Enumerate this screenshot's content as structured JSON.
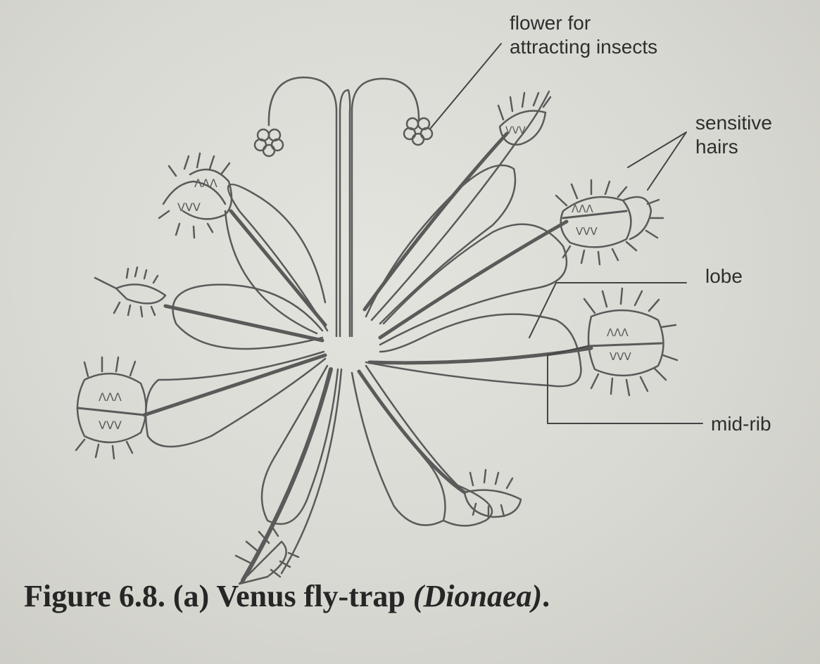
{
  "labels": {
    "flower_line1": "flower for",
    "flower_line2": "attracting insects",
    "hairs_line1": "sensitive",
    "hairs_line2": "hairs",
    "lobe": "lobe",
    "midrib": "mid-rib"
  },
  "caption": {
    "prefix": "Figure 6.8. (a) Venus fly-trap ",
    "scientific": "(Dionaea)",
    "suffix": "."
  },
  "colors": {
    "paper": "#dcdcd6",
    "ink": "#555555",
    "text": "#2e2e2e"
  }
}
